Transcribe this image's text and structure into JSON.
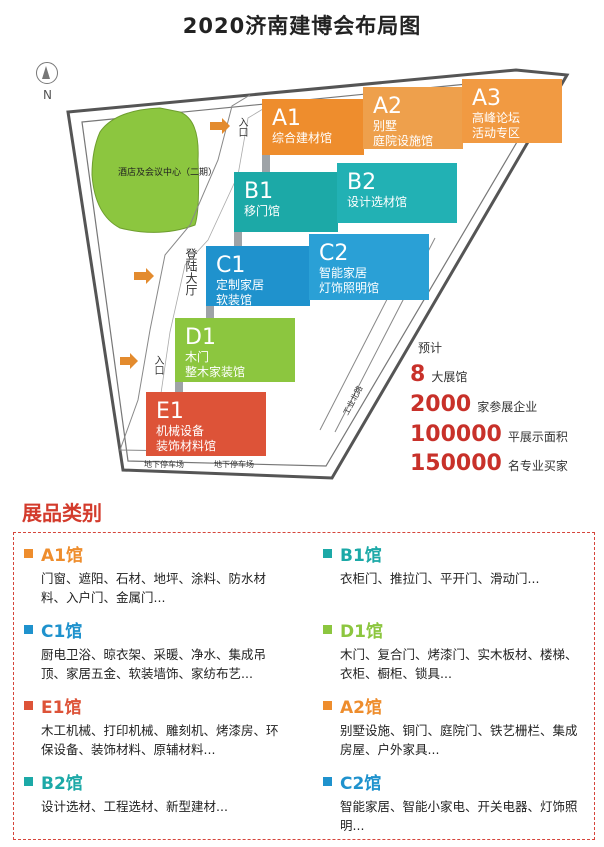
{
  "title": "2020济南建博会布局图",
  "compass": {
    "letter": "N",
    "icon": "north-arrow-icon"
  },
  "map": {
    "hotel_label": "酒店及会议中心（二期）",
    "entrance_label": "入口",
    "lobby_label": "登陆大厅",
    "parking_a": "地下停车场",
    "parking_b": "地下停车场",
    "road_label": "工业北路"
  },
  "halls": {
    "a1": {
      "code": "A1",
      "name": "综合建材馆"
    },
    "a2": {
      "code": "A2",
      "name": "别墅",
      "name2": "庭院设施馆"
    },
    "a3": {
      "code": "A3",
      "name": "高峰论坛",
      "name2": "活动专区"
    },
    "b1": {
      "code": "B1",
      "name": "移门馆"
    },
    "b2": {
      "code": "B2",
      "name": "设计选材馆"
    },
    "c1": {
      "code": "C1",
      "name": "定制家居",
      "name2": "软装馆"
    },
    "c2": {
      "code": "C2",
      "name": "智能家居",
      "name2": "灯饰照明馆"
    },
    "d1": {
      "code": "D1",
      "name": "木门",
      "name2": "整木家装馆"
    },
    "e1": {
      "code": "E1",
      "name": "机械设备",
      "name2": "装饰材料馆"
    }
  },
  "stats": {
    "label": "预计",
    "items": [
      {
        "num": "8",
        "desc": "大展馆"
      },
      {
        "num": "2000",
        "desc": "家参展企业"
      },
      {
        "num": "100000",
        "desc": "平展示面积"
      },
      {
        "num": "150000",
        "desc": "名专业买家"
      }
    ]
  },
  "categories": {
    "title": "展品类别",
    "list": [
      {
        "name": "A1馆",
        "color": "#ee8d2d",
        "items": "门窗、遮阳、石材、地坪、涂料、防水材料、入户门、金属门..."
      },
      {
        "name": "B1馆",
        "color": "#1ca9a7",
        "items": "衣柜门、推拉门、平开门、滑动门..."
      },
      {
        "name": "C1馆",
        "color": "#1f92cd",
        "items": "厨电卫浴、晾衣架、采暖、净水、集成吊顶、家居五金、软装墙饰、家纺布艺..."
      },
      {
        "name": "D1馆",
        "color": "#8cc63f",
        "items": "木门、复合门、烤漆门、实木板材、楼梯、衣柜、橱柜、锁具..."
      },
      {
        "name": "E1馆",
        "color": "#dd5338",
        "items": "木工机械、打印机械、雕刻机、烤漆房、环保设备、装饰材料、原辅材料..."
      },
      {
        "name": "A2馆",
        "color": "#ee8d2d",
        "items": "别墅设施、铜门、庭院门、铁艺栅栏、集成房屋、户外家具..."
      },
      {
        "name": "B2馆",
        "color": "#1ca9a7",
        "items": "设计选材、工程选材、新型建材..."
      },
      {
        "name": "C2馆",
        "color": "#1f92cd",
        "items": "智能家居、智能小家电、开关电器、灯饰照明..."
      }
    ]
  }
}
